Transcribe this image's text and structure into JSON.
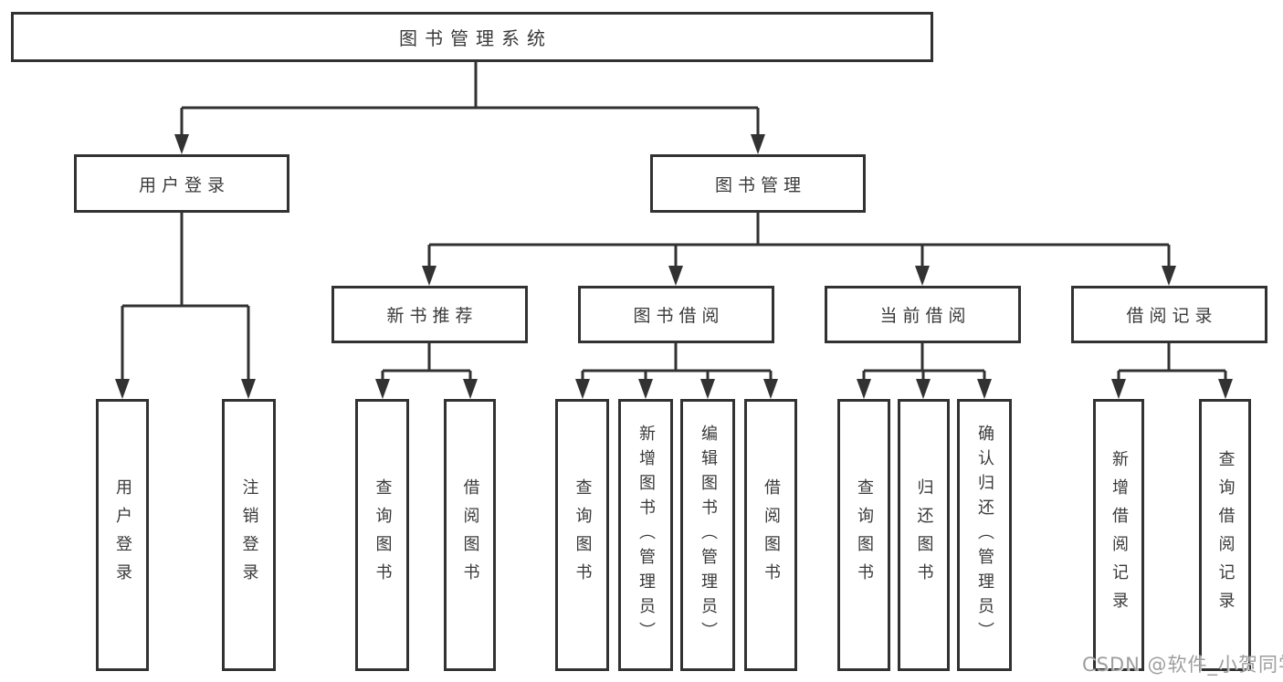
{
  "nodes": {
    "root": {
      "label": "图书管理系统"
    },
    "user_login": {
      "label": "用户登录"
    },
    "book_mgmt": {
      "label": "图书管理"
    },
    "user_login_leaf": {
      "label": "用户登录"
    },
    "logout_leaf": {
      "label": "注销登录"
    },
    "new_book_rec": {
      "label": "新书推荐"
    },
    "book_borrow": {
      "label": "图书借阅"
    },
    "current_borrow": {
      "label": "当前借阅"
    },
    "borrow_records": {
      "label": "借阅记录"
    },
    "nbr_query": {
      "label": "查询图书"
    },
    "nbr_borrow": {
      "label": "借阅图书"
    },
    "bb_query": {
      "label": "查询图书"
    },
    "bb_add": {
      "label": "新增图书（管理员）"
    },
    "bb_edit": {
      "label": "编辑图书（管理员）"
    },
    "bb_borrow": {
      "label": "借阅图书"
    },
    "cb_query": {
      "label": "查询图书"
    },
    "cb_return": {
      "label": "归还图书"
    },
    "cb_confirm": {
      "label": "确认归还（管理员）"
    },
    "br_add": {
      "label": "新增借阅记录"
    },
    "br_query": {
      "label": "查询借阅记录"
    }
  },
  "edges": [
    {
      "from": "root",
      "to": "user_login"
    },
    {
      "from": "root",
      "to": "book_mgmt"
    },
    {
      "from": "user_login",
      "to": "user_login_leaf"
    },
    {
      "from": "user_login",
      "to": "logout_leaf"
    },
    {
      "from": "book_mgmt",
      "to": "new_book_rec"
    },
    {
      "from": "book_mgmt",
      "to": "book_borrow"
    },
    {
      "from": "book_mgmt",
      "to": "current_borrow"
    },
    {
      "from": "book_mgmt",
      "to": "borrow_records"
    },
    {
      "from": "new_book_rec",
      "to": "nbr_query"
    },
    {
      "from": "new_book_rec",
      "to": "nbr_borrow"
    },
    {
      "from": "book_borrow",
      "to": "bb_query"
    },
    {
      "from": "book_borrow",
      "to": "bb_add"
    },
    {
      "from": "book_borrow",
      "to": "bb_edit"
    },
    {
      "from": "book_borrow",
      "to": "bb_borrow"
    },
    {
      "from": "current_borrow",
      "to": "cb_query"
    },
    {
      "from": "current_borrow",
      "to": "cb_return"
    },
    {
      "from": "current_borrow",
      "to": "cb_confirm"
    },
    {
      "from": "borrow_records",
      "to": "br_add"
    },
    {
      "from": "borrow_records",
      "to": "br_query"
    }
  ],
  "watermark": {
    "text": "CSDN @软件_小贺同学"
  },
  "colors": {
    "line": "#323232",
    "box_border": "#323232",
    "text": "#3a3a3a",
    "watermark": "#9e9e9e",
    "background": "#ffffff"
  }
}
